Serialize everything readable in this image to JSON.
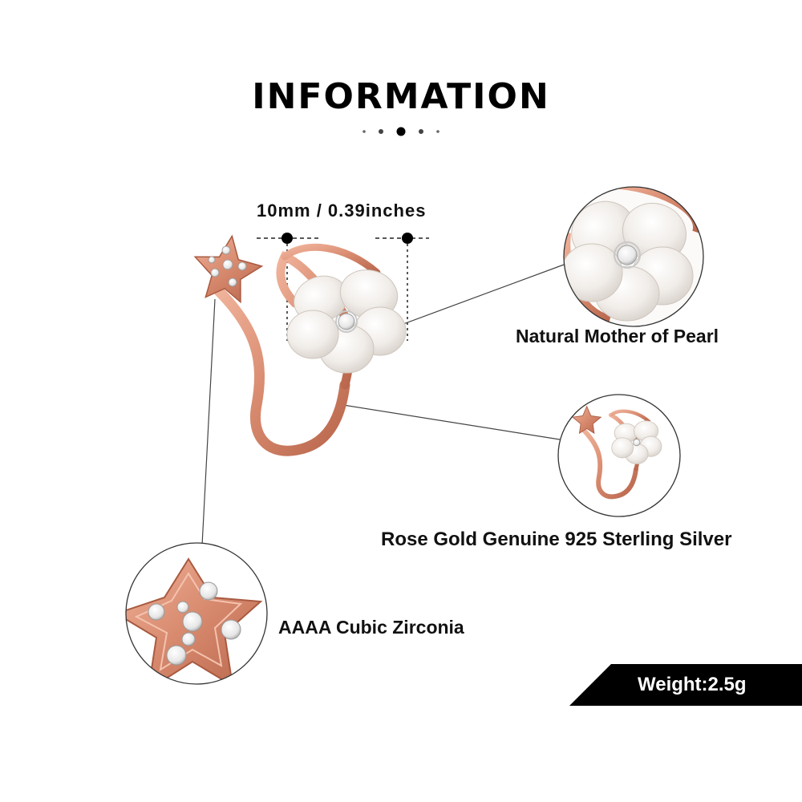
{
  "header": {
    "title": "INFORMATION"
  },
  "dimension": {
    "label": "10mm / 0.39inches"
  },
  "features": {
    "pearl": "Natural Mother of Pearl",
    "silver": "Rose Gold Genuine 925 Sterling Silver",
    "zirconia": "AAAA Cubic Zirconia"
  },
  "weight": {
    "label": "Weight:2.5g"
  },
  "colors": {
    "rose_gold": "#d88a6e",
    "rose_gold_dark": "#b8664c",
    "pearl": "#f5f2ef",
    "text": "#111111",
    "badge": "#000000"
  }
}
